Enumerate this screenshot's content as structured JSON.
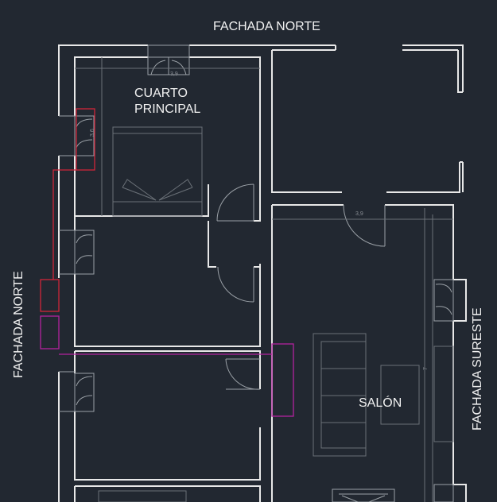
{
  "labels": {
    "fachada_norte_top": "FACHADA NORTE",
    "fachada_norte_left": "FACHADA NORTE",
    "fachada_sureste": "FACHADA SURESTE",
    "cuarto_line1": "CUARTO",
    "cuarto_line2": "PRINCIPAL",
    "salon": "SALÓN"
  },
  "dimensions": {
    "bedroom_width": "3,9",
    "salon_width": "3,9",
    "bedroom_depth": "3,6",
    "salon_depth": "7"
  },
  "colors": {
    "background": "#222831",
    "walls": "#e8e8e8",
    "red_element": "#d0263a",
    "magenta_element": "#b3239e"
  }
}
